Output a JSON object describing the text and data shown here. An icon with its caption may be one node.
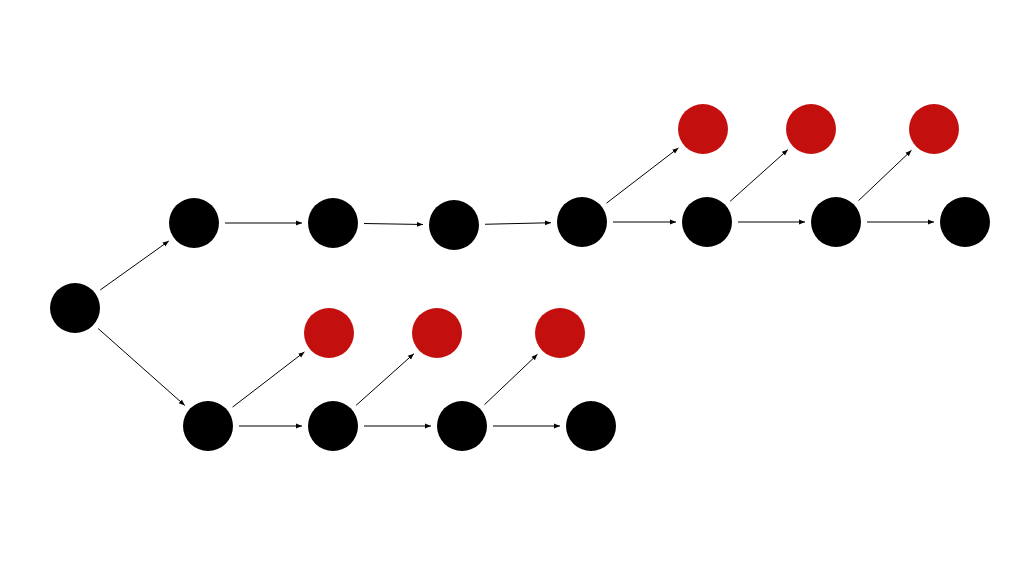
{
  "diagram": {
    "nodes": [
      {
        "text": [],
        "shape": "circle"
      },
      {
        "text": [],
        "shape": "circle"
      },
      {
        "text": [],
        "shape": "circle"
      },
      {
        "text": [],
        "shape": "circle"
      },
      {
        "text": [],
        "shape": "circle"
      },
      {
        "text": [],
        "shape": "circle"
      },
      {
        "text": [],
        "shape": "circle"
      },
      {
        "text": [],
        "shape": "circle"
      },
      {
        "text": [],
        "shape": "circle"
      },
      {
        "text": [],
        "shape": "circle"
      },
      {
        "text": [],
        "shape": "circle"
      },
      {
        "text": [],
        "shape": "circle"
      },
      {
        "text": [],
        "shape": "circle"
      },
      {
        "text": [],
        "shape": "circle"
      },
      {
        "text": [],
        "shape": "circle"
      },
      {
        "text": [],
        "shape": "circle"
      },
      {
        "text": [],
        "shape": "circle"
      },
      {
        "text": [],
        "shape": "circle"
      }
    ],
    "edges": [
      {
        "from": 10,
        "to": 3,
        "arrow": "to"
      },
      {
        "from": 10,
        "to": 14,
        "arrow": "to"
      },
      {
        "from": 3,
        "to": 4,
        "arrow": "to"
      },
      {
        "from": 4,
        "to": 5,
        "arrow": "to"
      },
      {
        "from": 5,
        "to": 6,
        "arrow": "to"
      },
      {
        "from": 6,
        "to": 7,
        "arrow": "to"
      },
      {
        "from": 7,
        "to": 8,
        "arrow": "to"
      },
      {
        "from": 8,
        "to": 9,
        "arrow": "to"
      },
      {
        "from": 6,
        "to": 0,
        "arrow": "to"
      },
      {
        "from": 7,
        "to": 1,
        "arrow": "to"
      },
      {
        "from": 8,
        "to": 2,
        "arrow": "to"
      },
      {
        "from": 14,
        "to": 15,
        "arrow": "to"
      },
      {
        "from": 15,
        "to": 16,
        "arrow": "to"
      },
      {
        "from": 16,
        "to": 17,
        "arrow": "to"
      },
      {
        "from": 14,
        "to": 11,
        "arrow": "to"
      },
      {
        "from": 15,
        "to": 12,
        "arrow": "to"
      },
      {
        "from": 16,
        "to": 13,
        "arrow": "to"
      }
    ]
  }
}
